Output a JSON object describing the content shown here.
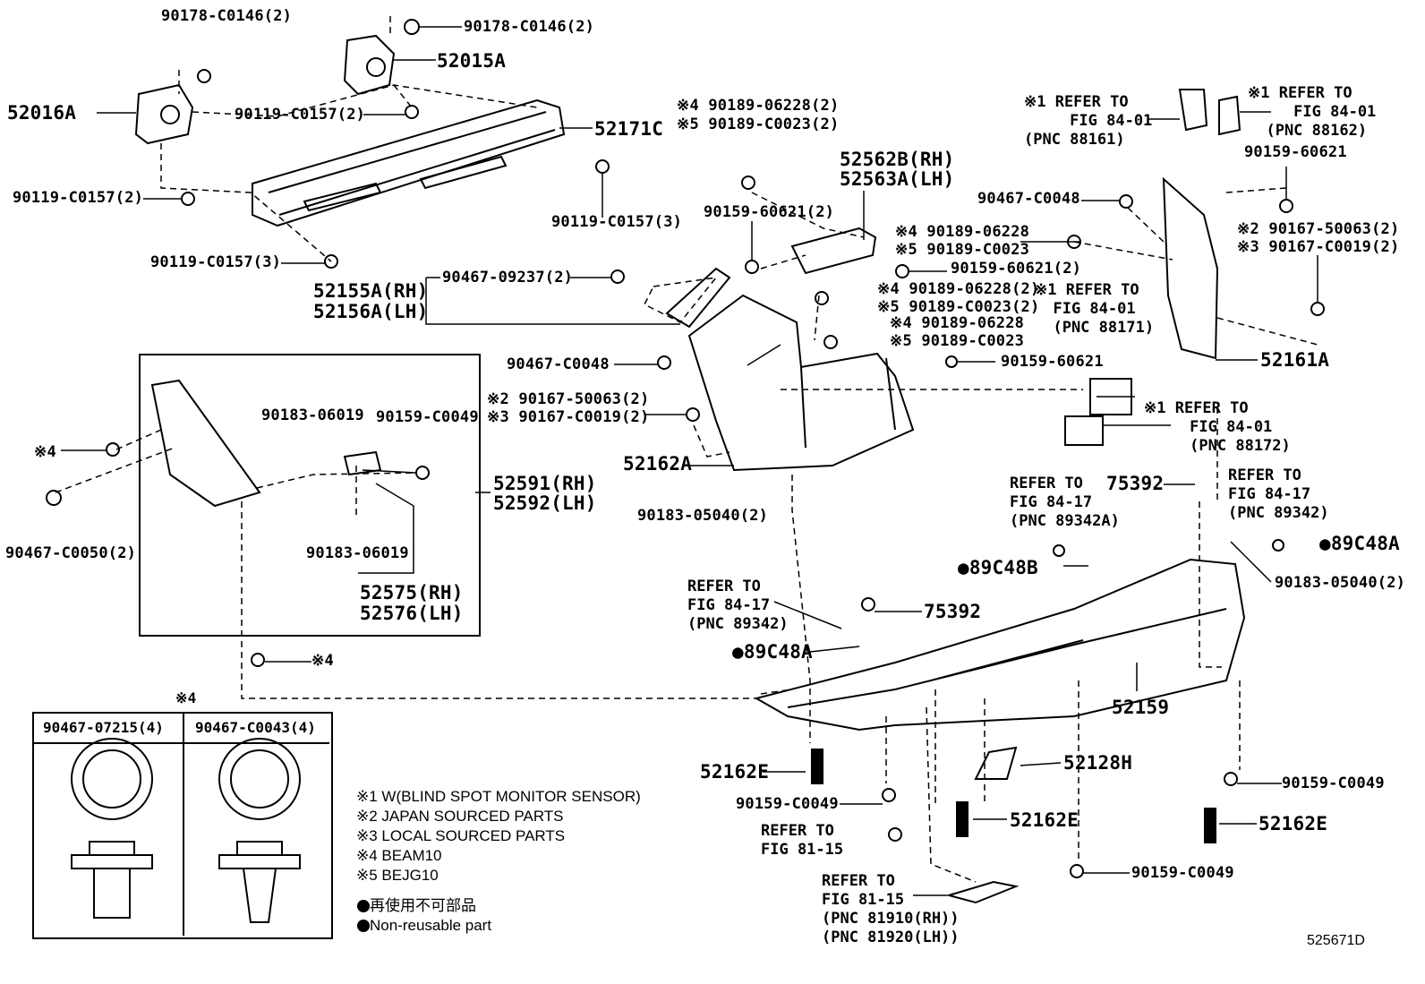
{
  "labels": {
    "p90178_top": "90178-C0146(2)",
    "p90178_mid": "90178-C0146(2)",
    "p52015A": "52015A",
    "p52016A": "52016A",
    "p90119_a": "90119-C0157(2)",
    "p52171C": "52171C",
    "p90119_b": "90119-C0157(2)",
    "p90119_c": "90119-C0157(3)",
    "p90119_d": "90119-C0157(3)",
    "p52155A": "52155A(RH)",
    "p52156A": "52156A(LH)",
    "p90467_09237": "90467-09237(2)",
    "p90189_a1": "※4 90189-06228(2)",
    "p90189_a2": "※5 90189-C0023(2)",
    "p90159_60621_a": "90159-60621(2)",
    "p52562B": "52562B(RH)",
    "p52563A": "52563A(LH)",
    "p90189_b1": "※4 90189-06228",
    "p90189_b2": "※5 90189-C0023",
    "p90159_60621_b": "90159-60621(2)",
    "p90189_c1": "※4 90189-06228(2)",
    "p90189_c2": "※5 90189-C0023(2)",
    "p90189_d1": "※4 90189-06228",
    "p90189_d2": "※5 90189-C0023",
    "p90159_60621_c": "90159-60621",
    "p90467_C0048_a": "90467-C0048",
    "p90167_a1": "※2 90167-50063(2)",
    "p90167_a2": "※3 90167-C0019(2)",
    "p52162A": "52162A",
    "p90183_05040_a": "90183-05040(2)",
    "p90183_06019_a": "90183-06019",
    "p90159_C0049_a": "90159-C0049",
    "p52591": "52591(RH)",
    "p52592": "52592(LH)",
    "p90183_06019_b": "90183-06019",
    "p52575": "52575(RH)",
    "p52576": "52576(LH)",
    "p_x4_a": "※4",
    "p90467_C0050": "90467-C0050(2)",
    "p_x4_b": "※4",
    "p_x4_c": "※4",
    "p90467_C0048_b": "90467-C0048",
    "p90159_60621_d": "90159-60621",
    "p90167_b1": "※2 90167-50063(2)",
    "p90167_b2": "※3 90167-C0019(2)",
    "p52161A": "52161A",
    "p75392_a": "75392",
    "p75392_b": "75392",
    "p89C48B": "●89C48B",
    "p89C48A_a": "●89C48A",
    "p89C48A_b": "●89C48A",
    "p90183_05040_b": "90183-05040(2)",
    "p52159": "52159",
    "p52128H": "52128H",
    "p52162E_a": "52162E",
    "p52162E_b": "52162E",
    "p52162E_c": "52162E",
    "p90159_C0049_b": "90159-C0049",
    "p90159_C0049_c": "90159-C0049",
    "p90159_C0049_d": "90159-C0049",
    "diagram_id": "525671D"
  },
  "refs": {
    "r88161": "※1 REFER TO\n     FIG 84-01\n(PNC 88161)",
    "r88162": "※1 REFER TO\n     FIG 84-01\n  (PNC 88162)",
    "r88171": "※1 REFER TO\n  FIG 84-01\n  (PNC 88171)",
    "r88172": "※1 REFER TO\n     FIG 84-01\n     (PNC 88172)",
    "r89342A": "REFER TO\nFIG 84-17\n(PNC 89342A)",
    "r89342_a": "REFER TO\nFIG 84-17\n(PNC 89342)",
    "r89342_b": "REFER TO\nFIG 84-17\n(PNC 89342)",
    "r8115_a": "REFER TO\nFIG 81-15",
    "r8115_b": "REFER TO\nFIG 81-15\n(PNC 81910(RH))\n(PNC 81920(LH))"
  },
  "table": {
    "col1": "90467-07215(4)",
    "col2": "90467-C0043(4)",
    "mark": "※4"
  },
  "notes": [
    "※1 W(BLIND SPOT MONITOR SENSOR)",
    "※2 JAPAN SOURCED PARTS",
    "※3 LOCAL SOURCED PARTS",
    "※4 BEAM10",
    "※5 BEJG10",
    "● 再使用不可部品",
    "● Non-reusable part"
  ]
}
